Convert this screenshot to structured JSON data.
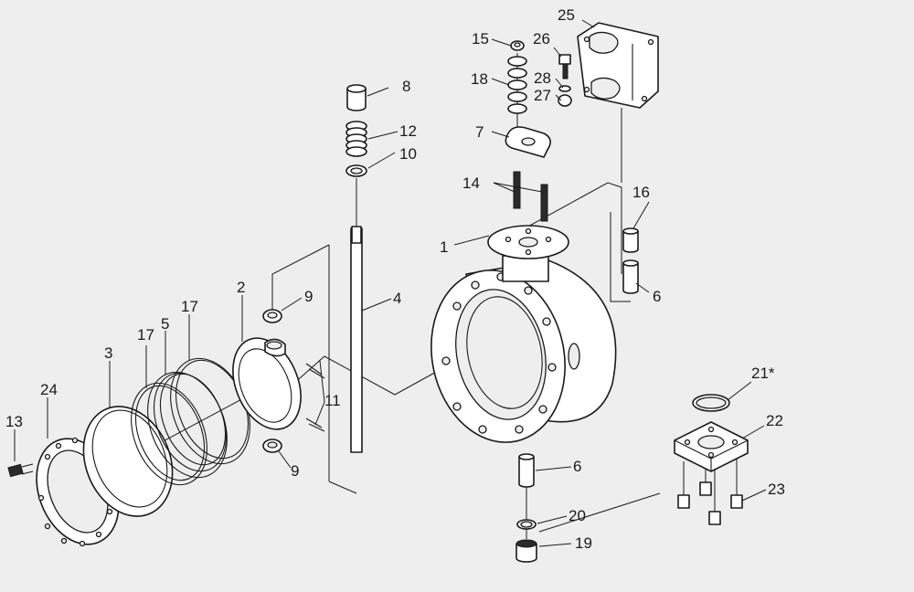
{
  "colors": {
    "background": "#eeeeee",
    "line": "#1a1a1a",
    "part_fill": "#ffffff"
  },
  "labels": {
    "p1": "1",
    "p2": "2",
    "p3": "3",
    "p4": "4",
    "p5": "5",
    "p6a": "6",
    "p6b": "6",
    "p7": "7",
    "p8": "8",
    "p9a": "9",
    "p9b": "9",
    "p10": "10",
    "p11": "11",
    "p12": "12",
    "p13": "13",
    "p14": "14",
    "p15": "15",
    "p16": "16",
    "p17a": "17",
    "p17b": "17",
    "p18": "18",
    "p19": "19",
    "p20": "20",
    "p21": "21*",
    "p22": "22",
    "p23": "23",
    "p24": "24",
    "p25": "25",
    "p26": "26",
    "p27": "27",
    "p28": "28"
  }
}
